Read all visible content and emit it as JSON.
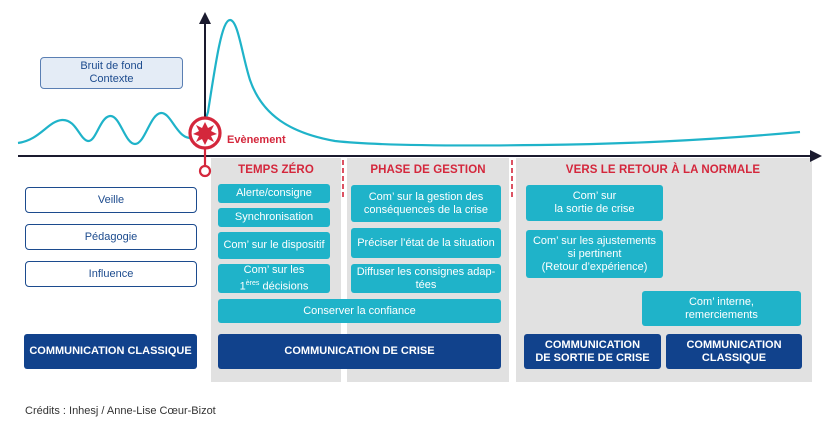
{
  "background_box": "Bruit de fond\nContexte",
  "event_label": "Evènement",
  "phases": {
    "zero": "TEMPS ZÉRO",
    "gestion": "PHASE DE GESTION",
    "retour": "VERS LE RETOUR À LA NORMALE"
  },
  "left_items": [
    "Veille",
    "Pédagogie",
    "Influence"
  ],
  "zero_items": {
    "alerte": "Alerte/consigne",
    "synchro": "Synchronisation",
    "dispositif": "Com’ sur le dispositif",
    "decisions_prefix": "Com’ sur les",
    "decisions_number": "1",
    "decisions_sup": "ères",
    "decisions_suffix": " décisions"
  },
  "gestion_items": {
    "consequences": "Com’ sur la gestion des\nconséquences de la crise",
    "etat": "Préciser l’état de la situation",
    "consignes": "Diffuser les consignes adap-\ntées"
  },
  "confiance": "Conserver la confiance",
  "retour_items": {
    "sortie": "Com’ sur\nla sortie de crise",
    "ajustements": "Com’ sur les ajustements\nsi pertinent\n(Retour d’expérience)",
    "interne": "Com’ interne,\nremerciements"
  },
  "bottom": {
    "classique_left": "COMMUNICATION CLASSIQUE",
    "crise": "COMMUNICATION DE CRISE",
    "sortie": "COMMUNICATION\nDE SORTIE DE CRISE",
    "classique_right": "COMMUNICATION\nCLASSIQUE"
  },
  "credit": "Crédits : Inhesj / Anne-Lise Cœur-Bizot",
  "colors": {
    "teal": "#1fb3c9",
    "navy": "#11428c",
    "red": "#d4273c",
    "panel": "#e1e1e1",
    "axis": "#1a1a2e"
  }
}
